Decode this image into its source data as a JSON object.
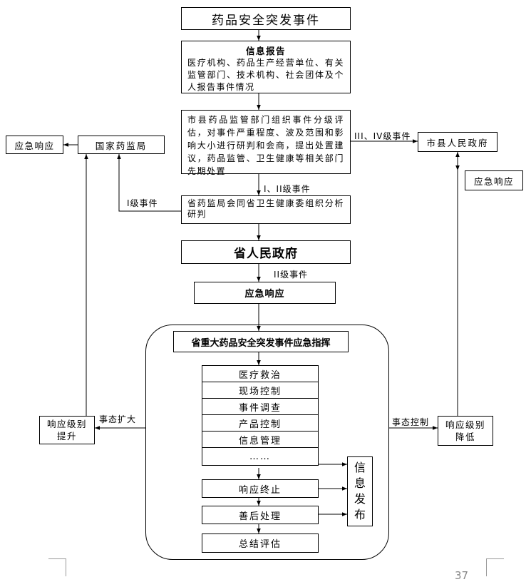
{
  "title": "药品安全突发事件",
  "info_report": {
    "heading": "信息报告",
    "body": "医疗机构、药品生产经营单位、有关监管部门、技术机构、社会团体及个人报告事件情况"
  },
  "assessment": "市县药品监管部门组织事件分级评估，对事件严重程度、波及范围和影响大小进行研判和会商，提出处置建议，药品监管、卫生健康等相关部门先期处置",
  "nmpa": "国家药监局",
  "emergency_left": "应急响应",
  "city_county_gov": "市县人民政府",
  "emergency_right": "应急响应",
  "label_iii_iv": "III、IV级事件",
  "label_i_ii": "I、II级事件",
  "label_i": "I级事件",
  "provincial_study": "省药监局会同省卫生健康委组织分析研判",
  "provincial_gov": "省人民政府",
  "label_ii": "II级事件",
  "emergency_center": "应急响应",
  "command": "省重大药品安全突发事件应急指挥",
  "tasks": [
    "医疗救治",
    "现场控制",
    "事件调查",
    "产品控制",
    "信息管理",
    "……"
  ],
  "response_end": "响应终止",
  "aftermath": "善后处理",
  "summary": "总结评估",
  "info_release": "信息发布",
  "label_expand": "事态扩大",
  "escalate": "响应级别提升",
  "label_control": "事态控制",
  "deescalate": "响应级别降低",
  "page_number": "37"
}
